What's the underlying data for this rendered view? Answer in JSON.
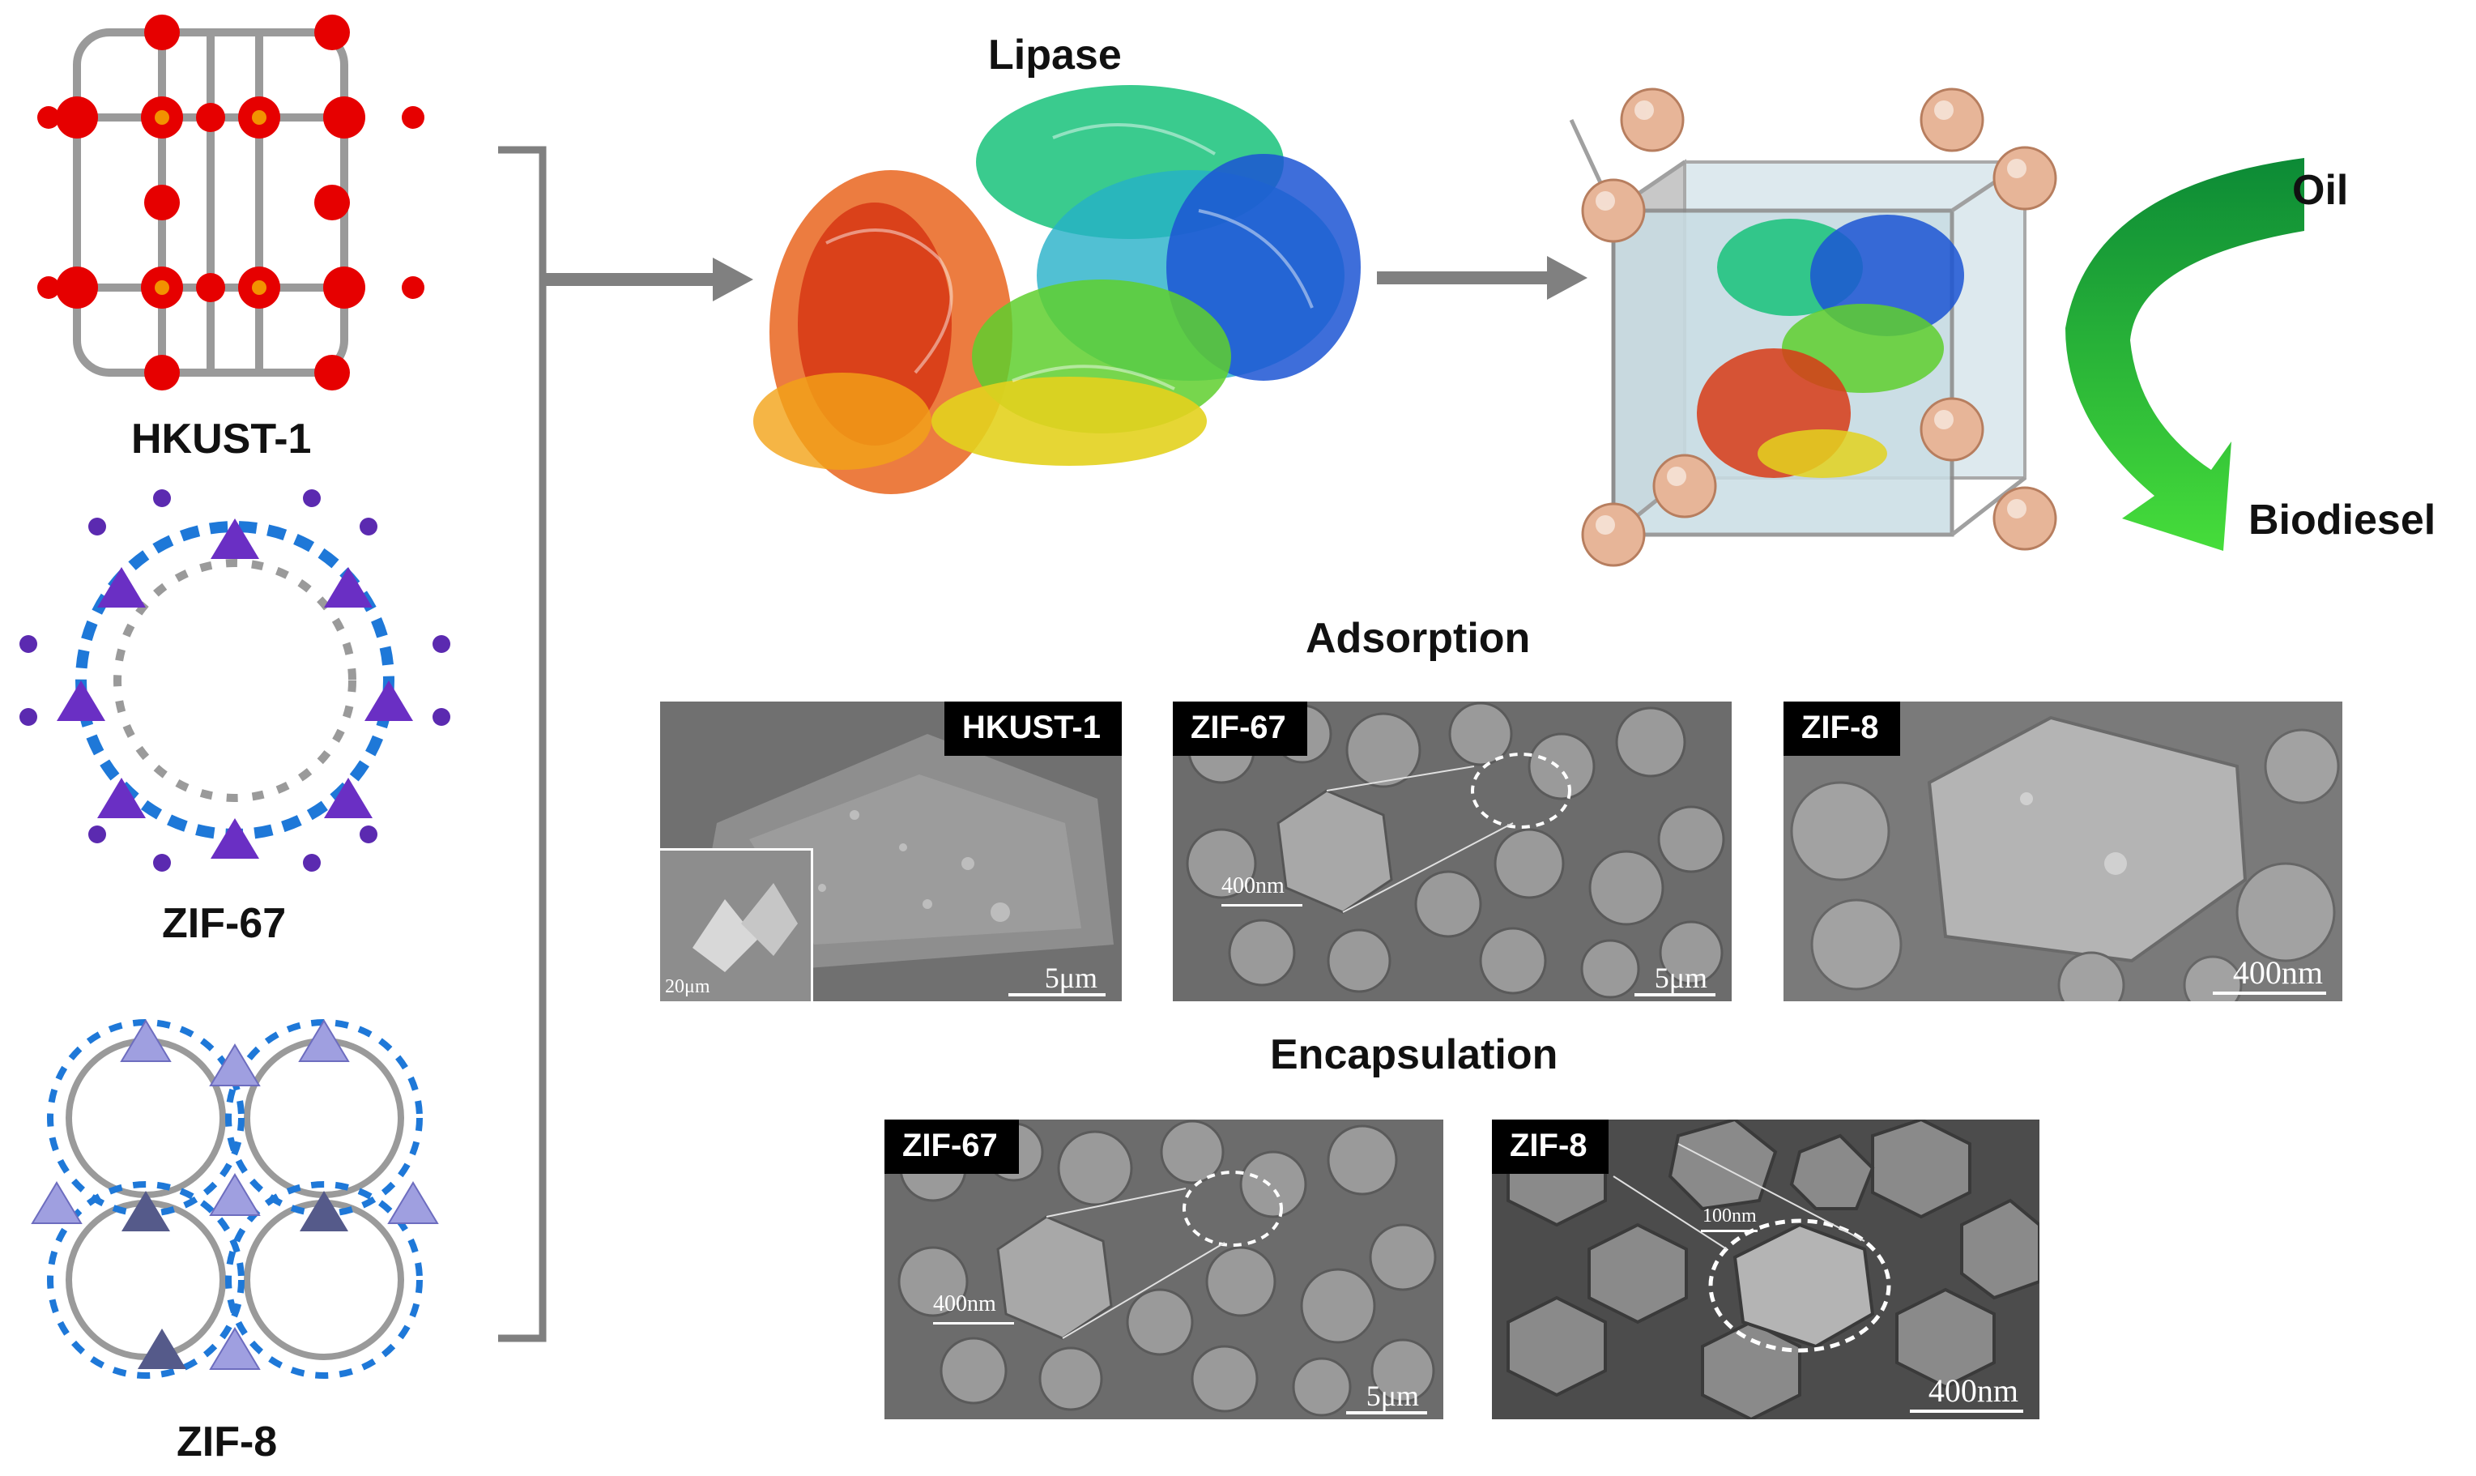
{
  "frameworks": [
    "HKUST-1",
    "ZIF-67",
    "ZIF-8"
  ],
  "enzyme_label": "Lipase",
  "reaction": {
    "input": "Oil",
    "output": "Biodiesel"
  },
  "adsorption": {
    "title": "Adsorption",
    "panels": [
      {
        "tag": "HKUST-1",
        "scale": "5μm",
        "inset_scale": "20μm"
      },
      {
        "tag": "ZIF-67",
        "scale": "5μm",
        "inner_scale": "400nm"
      },
      {
        "tag": "ZIF-8",
        "scale": "400nm"
      }
    ]
  },
  "encapsulation": {
    "title": "Encapsulation",
    "panels": [
      {
        "tag": "ZIF-67",
        "scale": "5μm",
        "inner_scale": "400nm"
      },
      {
        "tag": "ZIF-8",
        "scale": "400nm",
        "inner_scale": "100nm"
      }
    ]
  },
  "colors": {
    "arrow": "#808080",
    "green_arrow": "#22b14c",
    "hkust_metal": "#e60000",
    "zif67_node": "#6a2fc4",
    "zif8_node": "#9f9fe0",
    "sphere": "#e7b598"
  },
  "icons": [
    "hkust-1-structure-icon",
    "zif-67-structure-icon",
    "zif-8-structure-icon",
    "lipase-protein-icon",
    "mof-cage-icon",
    "conversion-arrow-icon"
  ]
}
